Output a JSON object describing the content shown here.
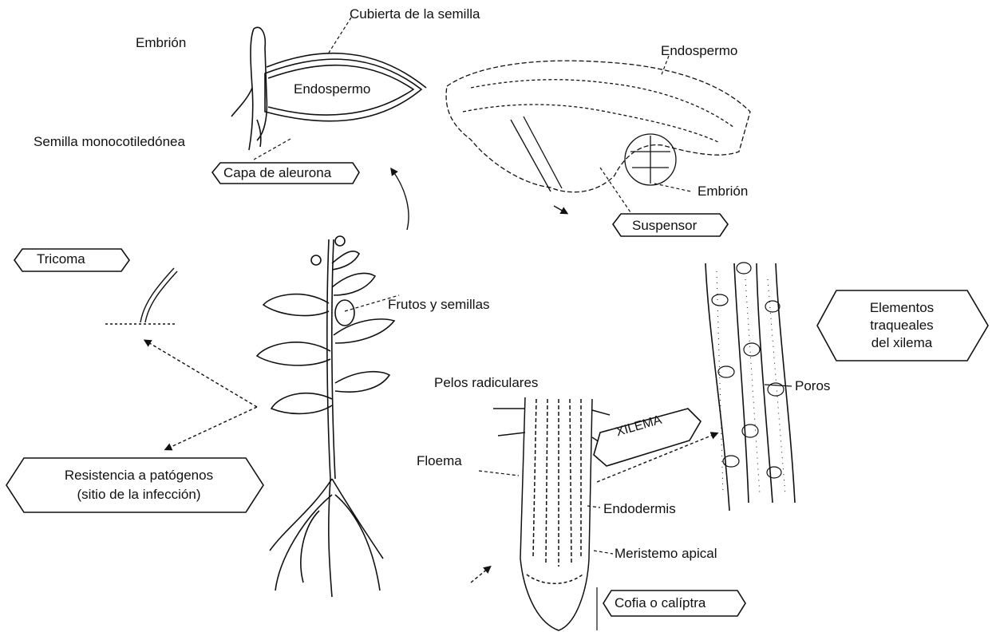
{
  "labels": {
    "cubierta": "Cubierta de la semilla",
    "embrion_top": "Embrión",
    "endospermo_inner": "Endospermo",
    "endospermo_right": "Endospermo",
    "semilla": "Semilla monocotiledónea",
    "aleurona": "Capa de aleurona",
    "embrion_right": "Embrión",
    "suspensor": "Suspensor",
    "tricoma": "Tricoma",
    "frutos": "Frutos y semillas",
    "elementos_1": "Elementos",
    "elementos_2": "traqueales",
    "elementos_3": "del xilema",
    "poros": "Poros",
    "pelos": "Pelos radiculares",
    "xilema": "XILEMA",
    "floema": "Floema",
    "endodermis": "Endodermis",
    "resistencia_1": "Resistencia a patógenos",
    "resistencia_2": "(sitio de la infección)",
    "meristemo": "Meristemo apical",
    "cofia": "Cofia o calíptra"
  }
}
